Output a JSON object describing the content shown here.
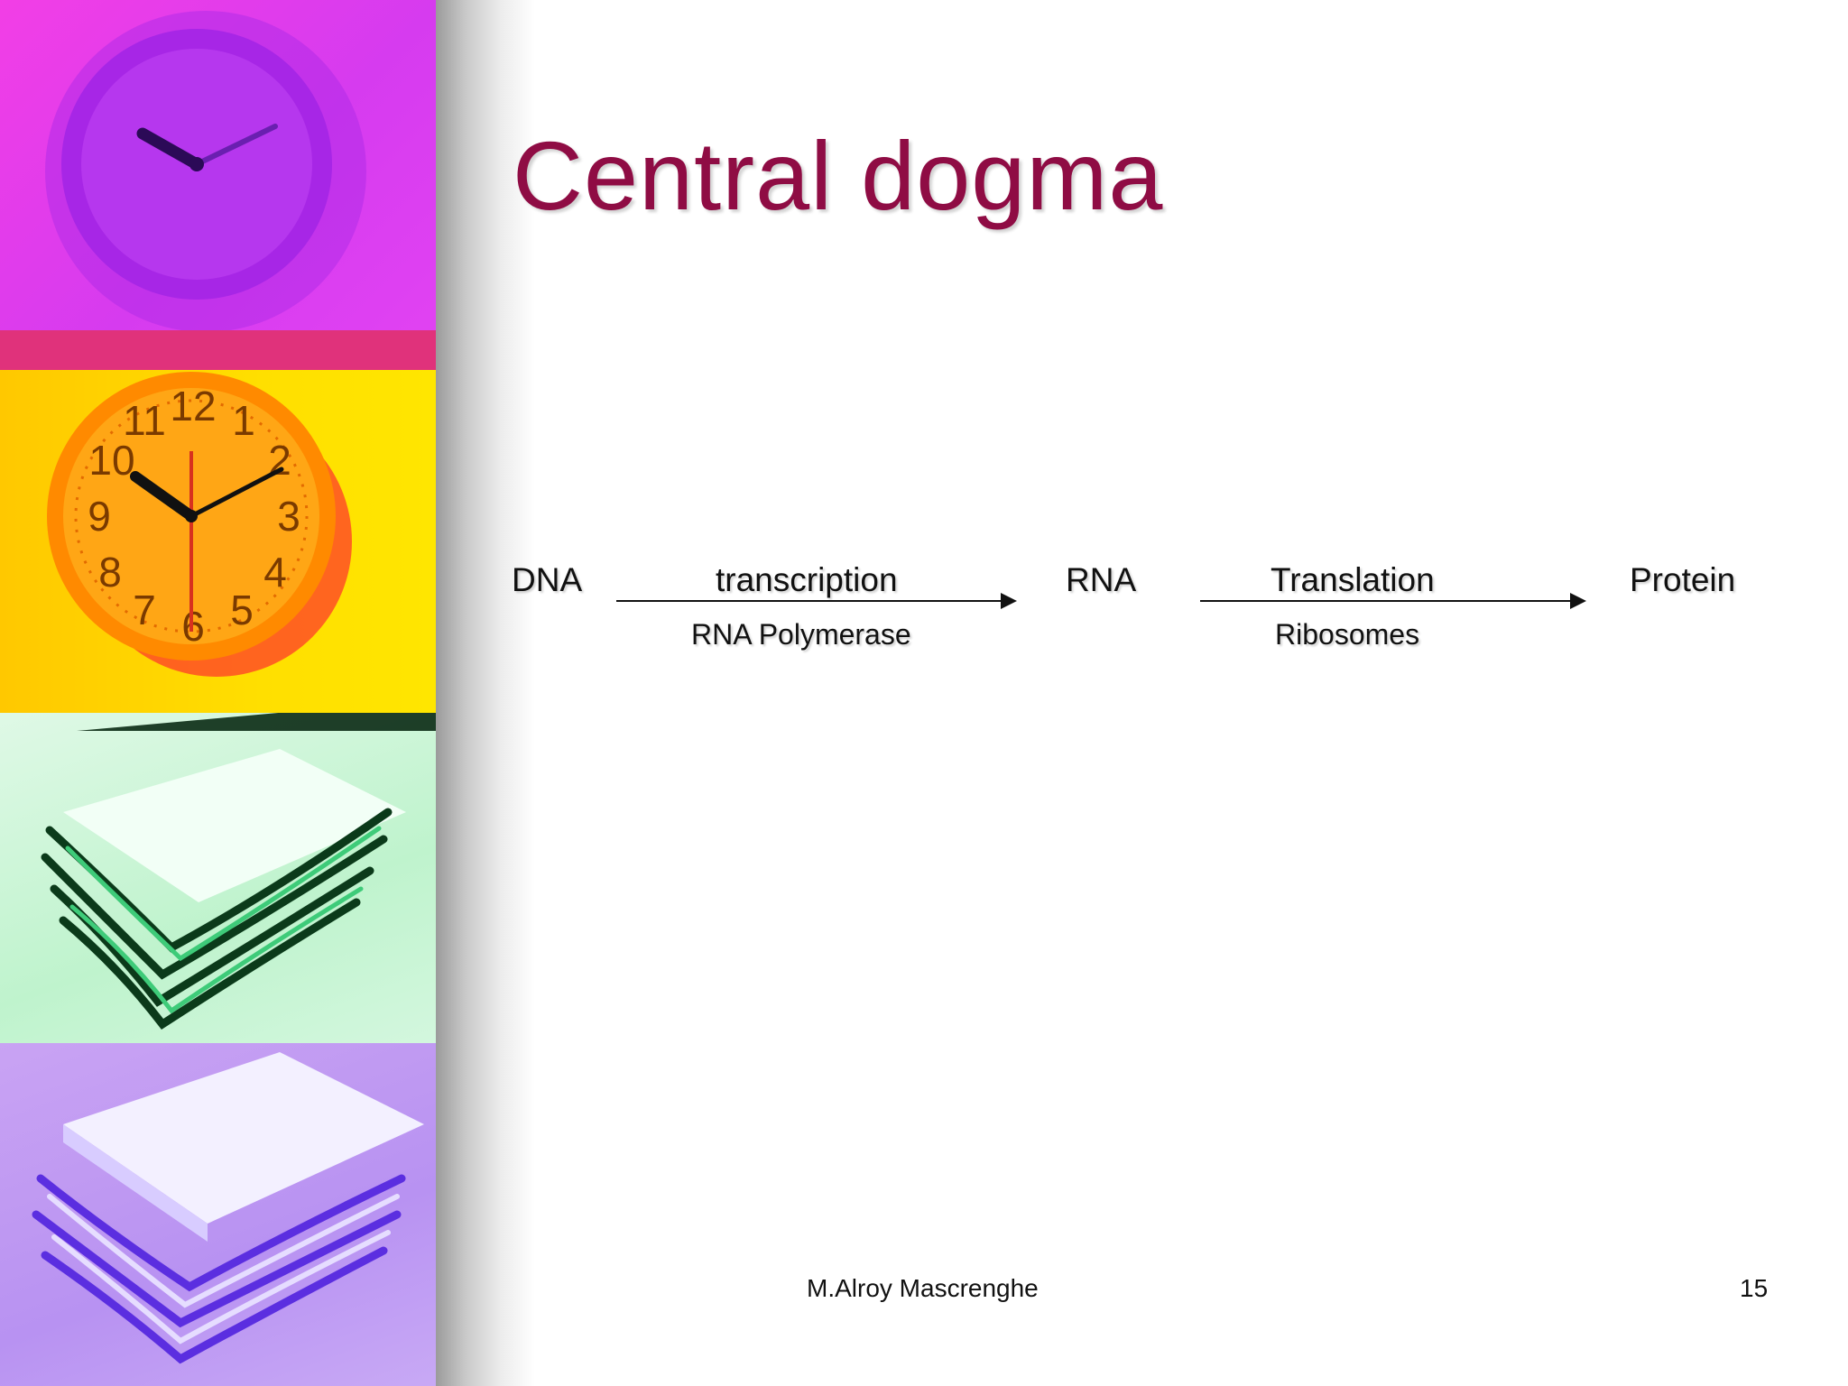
{
  "slide": {
    "title": "Central dogma",
    "flow": {
      "dna": "DNA",
      "rna": "RNA",
      "protein": "Protein",
      "step1": {
        "label": "transcription",
        "agent": "RNA Polymerase"
      },
      "step2": {
        "label": "Translation",
        "agent": "Ribosomes"
      }
    },
    "footer": {
      "author": "M.Alroy Mascrenghe",
      "page_number": "15"
    }
  },
  "decor": {
    "panels": [
      "magenta-clock-photo",
      "yellow-clock-photo",
      "green-papers-photo",
      "purple-papers-photo"
    ],
    "clock_numbers": [
      "12",
      "1",
      "2",
      "3",
      "4",
      "5",
      "6",
      "7",
      "8",
      "9",
      "10",
      "11"
    ],
    "colors": {
      "title": "#8f0c44",
      "magenta": "#e23ee9",
      "yellow": "#ffd000",
      "green": "#c7f4d3",
      "purple": "#bf9cf3"
    }
  }
}
